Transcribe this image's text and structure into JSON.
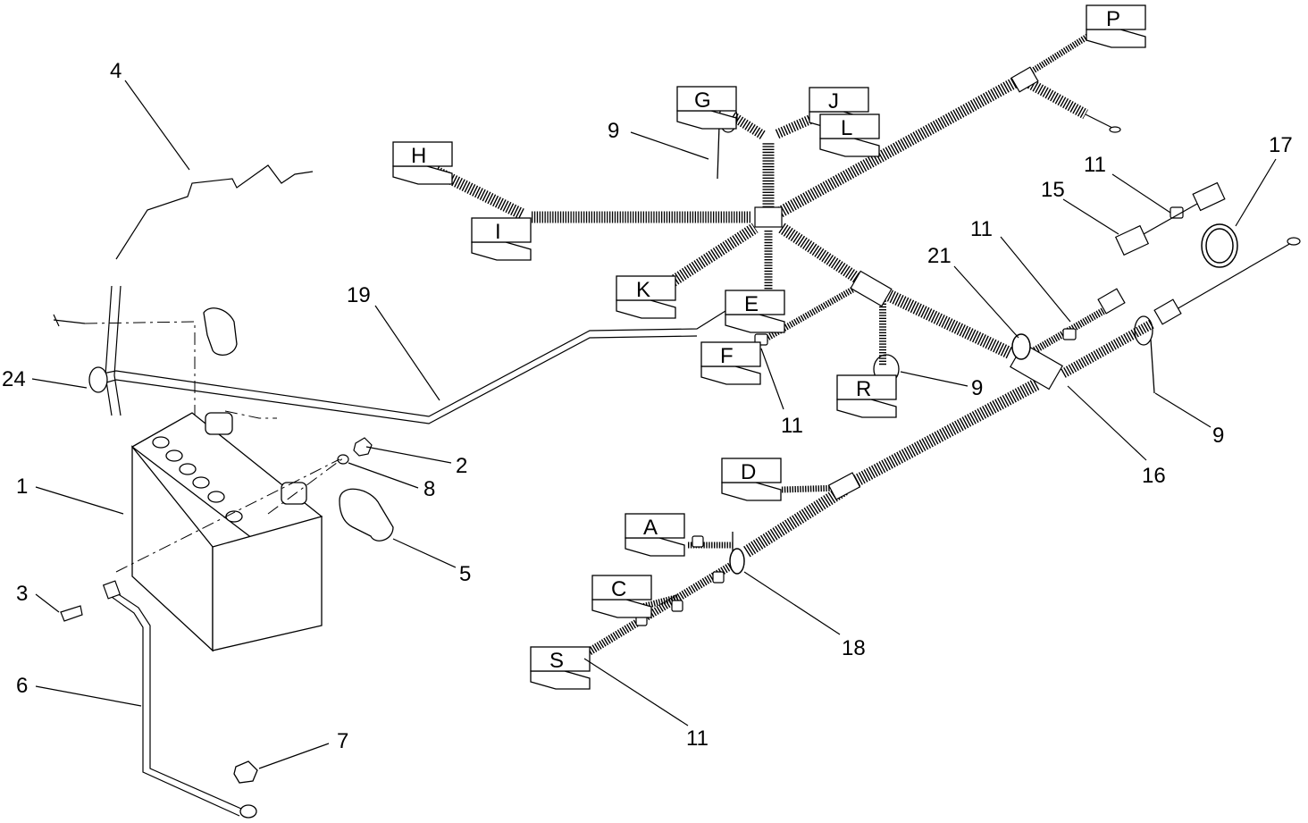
{
  "part_callouts": [
    "1",
    "2",
    "3",
    "4",
    "5",
    "6",
    "7",
    "8",
    "9",
    "11",
    "15",
    "16",
    "17",
    "18",
    "19",
    "21",
    "24"
  ],
  "connector_letters": [
    "A",
    "C",
    "D",
    "E",
    "F",
    "G",
    "H",
    "I",
    "J",
    "K",
    "L",
    "P",
    "R",
    "S"
  ],
  "callout_instances": {
    "c1": "1",
    "c2": "2",
    "c3": "3",
    "c4": "4",
    "c5": "5",
    "c6": "6",
    "c7": "7",
    "c8": "8",
    "c9a": "9",
    "c9b": "9",
    "c9c": "9",
    "c11a": "11",
    "c11b": "11",
    "c11c": "11",
    "c11d": "11",
    "c15": "15",
    "c16": "16",
    "c17": "17",
    "c18": "18",
    "c19": "19",
    "c21": "21",
    "c24": "24"
  },
  "connectors": {
    "A": "A",
    "C": "C",
    "D": "D",
    "E": "E",
    "F": "F",
    "G": "G",
    "H": "H",
    "I": "I",
    "J": "J",
    "K": "K",
    "L": "L",
    "P": "P",
    "R": "R",
    "S": "S"
  }
}
